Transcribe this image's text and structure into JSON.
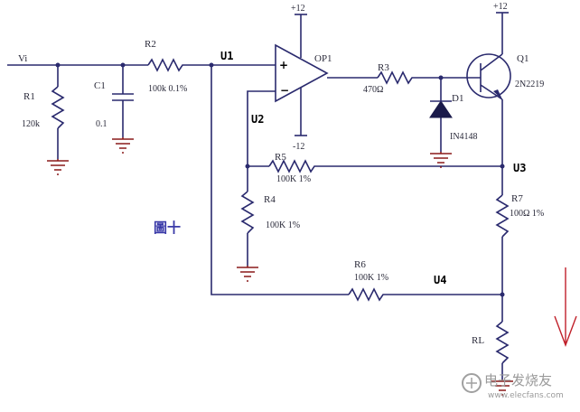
{
  "nodes": {
    "vi": "Vi",
    "u1": "U1",
    "u2": "U2",
    "u3": "U3",
    "u4": "U4"
  },
  "supply": {
    "op_pos": "+12",
    "op_neg": "-12",
    "q_pos": "+12"
  },
  "opamp": {
    "ref": "OP1",
    "plus": "+",
    "minus": "−"
  },
  "transistor": {
    "ref": "Q1",
    "part": "2N2219"
  },
  "diode": {
    "ref": "D1",
    "part": "IN4148"
  },
  "resistors": {
    "r1": {
      "ref": "R1",
      "value": "120k"
    },
    "r2": {
      "ref": "R2",
      "value": "100k 0.1%"
    },
    "r3": {
      "ref": "R3",
      "value": "470Ω"
    },
    "r4": {
      "ref": "R4",
      "value": "100K 1%"
    },
    "r5": {
      "ref": "R5",
      "value": "100K 1%"
    },
    "r6": {
      "ref": "R6",
      "value": "100K 1%"
    },
    "r7": {
      "ref": "R7",
      "value": "100Ω 1%"
    },
    "rl": {
      "ref": "RL"
    }
  },
  "capacitor": {
    "ref": "C1",
    "value": "0.1"
  },
  "figure_label": "圖十",
  "watermark": {
    "main": "电子发烧友",
    "sub": "www.elecfans.com"
  },
  "colors": {
    "wire": "#2a2a6e",
    "ground": "#8a1a1a",
    "arrow": "#c0202a",
    "figure_label": "#3a3aa8"
  }
}
